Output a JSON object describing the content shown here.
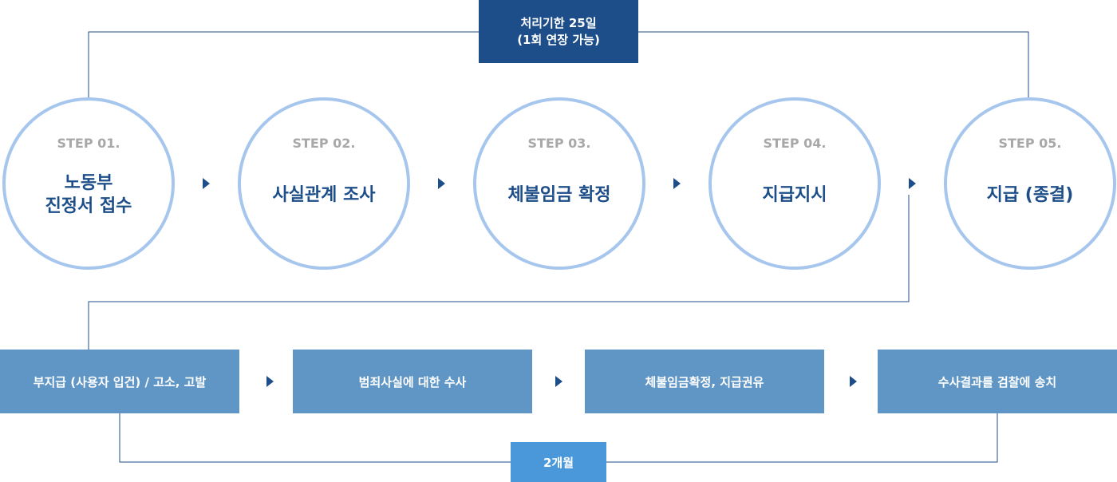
{
  "top_timeline": {
    "line1": "처리기한 25일",
    "line2": "(1회 연장 가능)"
  },
  "steps": [
    {
      "step": "STEP 01.",
      "title_lines": [
        "노동부",
        "진정서 접수"
      ]
    },
    {
      "step": "STEP 02.",
      "title_lines": [
        "사실관계 조사"
      ]
    },
    {
      "step": "STEP 03.",
      "title_lines": [
        "체불임금 확정"
      ]
    },
    {
      "step": "STEP 04.",
      "title_lines": [
        "지급지시"
      ]
    },
    {
      "step": "STEP 05.",
      "title_lines": [
        "지급 (종결)"
      ]
    }
  ],
  "non_payment_flow": [
    "부지급 (사용자 입건) / 고소, 고발",
    "범죄사실에 대한 수사",
    "체불임금확정, 지급권유",
    "수사결과를 검찰에 송치"
  ],
  "bottom_timeline": "2개월",
  "colors": {
    "dark_blue": "#1d4e89",
    "circle_border": "#a6c6ee",
    "box_blue": "#6096c5",
    "bottom_label_blue": "#4a98d9",
    "step_gray": "#a8a8a8"
  }
}
